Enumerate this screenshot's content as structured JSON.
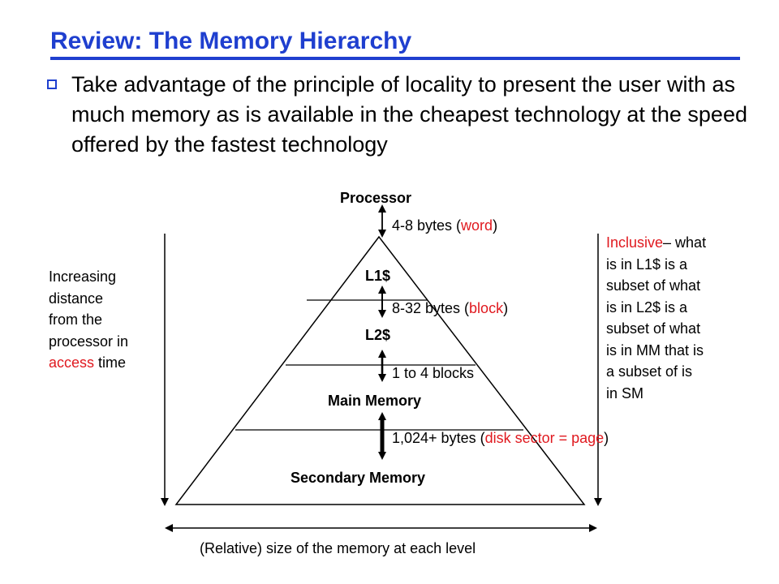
{
  "slide": {
    "title": "Review:  The Memory Hierarchy",
    "bullet_text": "Take advantage of the principle of locality to present the user with as much memory as is available in the cheapest technology at the speed offered by the fastest technology"
  },
  "levels": {
    "processor": "Processor",
    "l1": "L1$",
    "l2": "L2$",
    "main": "Main Memory",
    "secondary": "Secondary  Memory"
  },
  "transfers": {
    "t1": {
      "pre": "4-8 bytes (",
      "red": "word",
      "post": ")"
    },
    "t2": {
      "pre": "8-32 bytes (",
      "red": "block",
      "post": ")"
    },
    "t3": {
      "text": "1 to 4 blocks"
    },
    "t4": {
      "pre": "1,024+ bytes (",
      "red": "disk sector = page",
      "post": ")"
    }
  },
  "left_note": {
    "lines": [
      "Increasing",
      "distance",
      "from the",
      "processor in"
    ],
    "red": "access",
    "rest": " time"
  },
  "right_note": {
    "red": "Inclusive",
    "first_rest": "– what",
    "lines": [
      "is in L1$ is a",
      "subset of what",
      "is in L2$  is a",
      "subset of what",
      "is in MM that is",
      "a subset of is",
      "in SM"
    ]
  },
  "bottom_caption": "(Relative) size of the memory at each level",
  "colors": {
    "title": "#1f3fcf",
    "highlight": "#e0191f"
  }
}
